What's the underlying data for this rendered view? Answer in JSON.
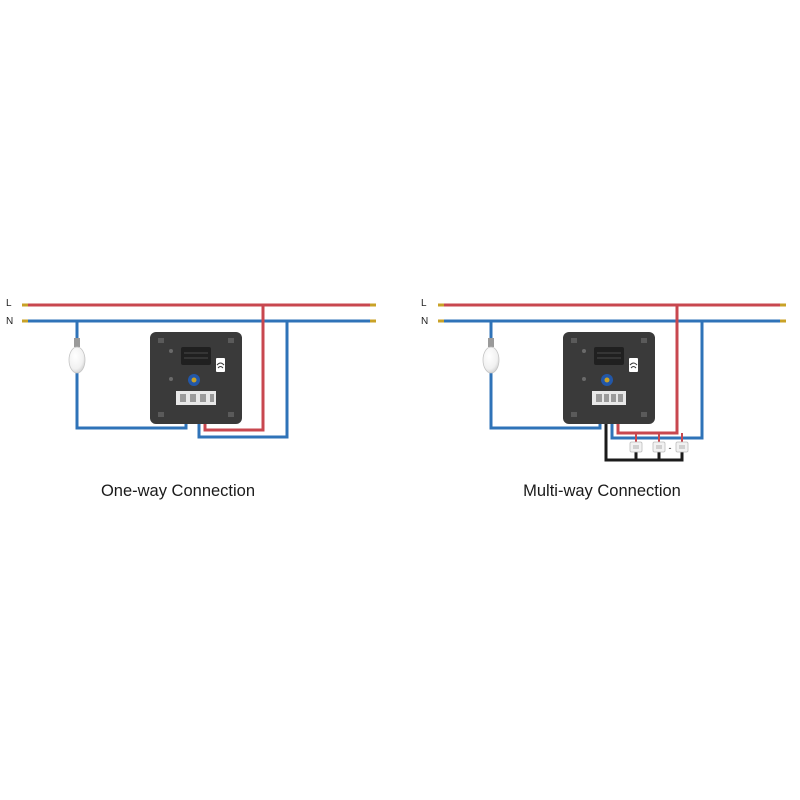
{
  "colors": {
    "live": "#c8474f",
    "neutral": "#2f73b8",
    "control": "#1b1b1b",
    "device": "#3a3a3a",
    "terminal": "#e8e8e8",
    "knob": "#2257a8"
  },
  "icons": {
    "lamp": "light-bulb-icon",
    "wifi": "wifi-icon",
    "connector": "wire-connector-icon"
  },
  "diagrams": [
    {
      "id": "one-way",
      "caption": "One-way Connection",
      "rail_labels": {
        "live": "L",
        "neutral": "N"
      }
    },
    {
      "id": "multi-way",
      "caption": "Multi-way Connection",
      "rail_labels": {
        "live": "L",
        "neutral": "N"
      },
      "connector_separator": "-"
    }
  ]
}
